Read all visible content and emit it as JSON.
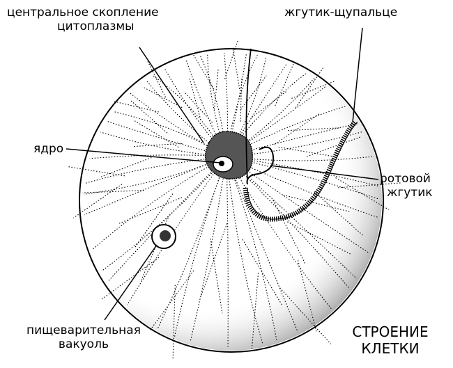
{
  "labels": {
    "cytoplasm_line1": "центральное скопление",
    "cytoplasm_line2": "цитоплазмы",
    "tentacle": "жгутик-щупальце",
    "nucleus": "ядро",
    "oral_line1": "ротовой",
    "oral_line2": "жгутик",
    "vacuole_line1": "пищеварительная",
    "vacuole_line2": "вакуоль"
  },
  "title": {
    "line1": "СТРОЕНИЕ",
    "line2": "КЛЕТКИ"
  },
  "colors": {
    "ink": "#000000",
    "background": "#ffffff"
  }
}
